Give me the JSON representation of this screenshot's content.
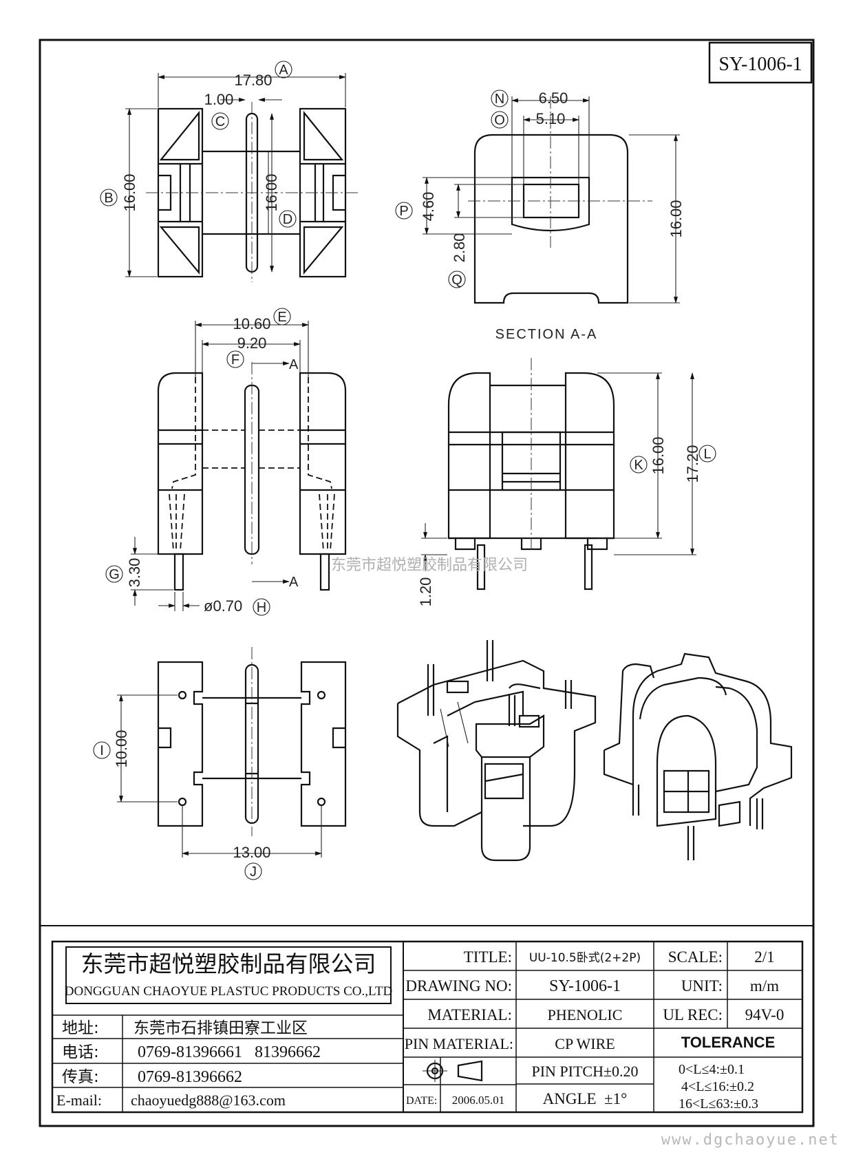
{
  "drawing": {
    "code_box": "SY-1006-1",
    "section_label": "SECTION A-A",
    "arrow_a_top": "A",
    "arrow_a_bottom": "A",
    "watermark_overlay": "东莞市超悦塑胶制品有限公司",
    "watermark_footer": "www.dgchaoyue.net",
    "dims": {
      "a": "17.80",
      "c": "1.00",
      "b": "16.00",
      "d": "16.00",
      "n": "6.50",
      "o": "5.10",
      "p": "4.60",
      "q": "2.80",
      "sec_h": "16.00",
      "e": "10.60",
      "f": "9.20",
      "g": "3.30",
      "h": "ø0.70",
      "k": "16.00",
      "l": "17.20",
      "v120": "1.20",
      "i": "10.00",
      "j": "13.00"
    },
    "callouts": [
      "A",
      "C",
      "B",
      "D",
      "N",
      "O",
      "P",
      "Q",
      "E",
      "F",
      "G",
      "H",
      "K",
      "L",
      "I",
      "J"
    ]
  },
  "title_block": {
    "company_cn": "东莞市超悦塑胶制品有限公司",
    "company_en": "DONGGUAN CHAOYUE PLASTUC PRODUCTS CO.,LTD",
    "addr_label": "地址:",
    "addr_value": "东莞市石排镇田寮工业区",
    "tel_label": "电话:",
    "tel_value": "0769-81396661   81396662",
    "fax_label": "传真:",
    "fax_value": "0769-81396662",
    "email_label": "E-mail:",
    "email_value": "chaoyuedg888@163.com",
    "title_label": "TITLE:",
    "title_value": "UU-10.5卧式(2+2P)",
    "drawing_no_label": "DRAWING NO:",
    "drawing_no_value": "SY-1006-1",
    "material_label": "MATERIAL:",
    "material_value": "PHENOLIC",
    "pin_material_label": "PIN MATERIAL:",
    "pin_material_value": "CP WIRE",
    "pin_pitch": "PIN PITCH±0.20",
    "angle": "ANGLE  ±1°",
    "date_label": "DATE:",
    "date_value": "2006.05.01",
    "scale_label": "SCALE:",
    "scale_value": "2/1",
    "unit_label": "UNIT:",
    "unit_value": "m/m",
    "ul_label": "UL REC:",
    "ul_value": "94V-0",
    "tolerance_label": "TOLERANCE",
    "tol_1": "0<L≤4:±0.1",
    "tol_2": "4<L≤16:±0.2",
    "tol_3": "16<L≤63:±0.3"
  }
}
